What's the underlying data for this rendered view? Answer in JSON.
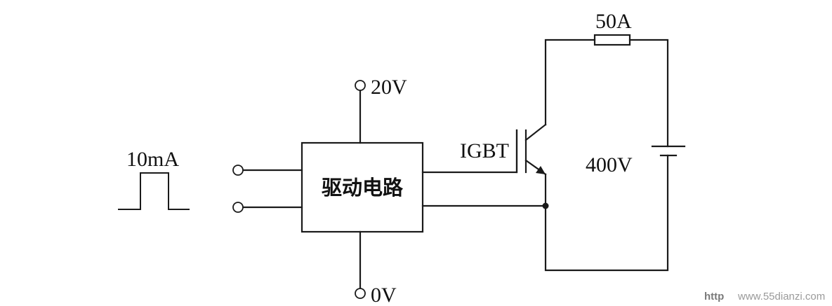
{
  "diagram": {
    "pulse_label": "10mA",
    "driver_block_label": "驱动电路",
    "supply_top_label": "20V",
    "supply_bottom_label": "0V",
    "igbt_label": "IGBT",
    "load_label": "50A",
    "battery_label": "400V",
    "watermark_prefix": "http",
    "watermark_url": "www.55dianzi.com"
  }
}
